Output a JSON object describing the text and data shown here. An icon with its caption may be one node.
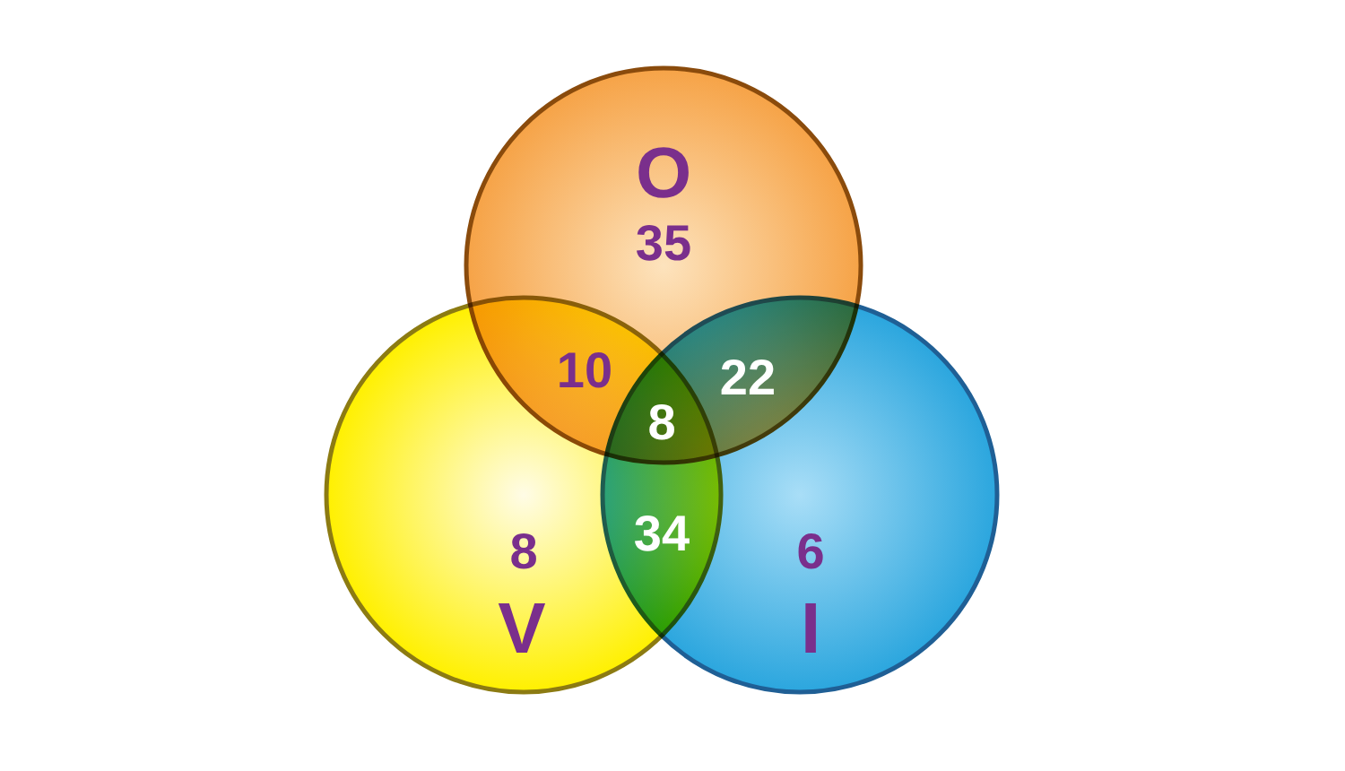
{
  "diagram": {
    "nodes": [
      {
        "text": [
          "O",
          "35"
        ]
      },
      {
        "text": [
          "8",
          "V"
        ]
      },
      {
        "text": [
          "6",
          "I"
        ]
      }
    ],
    "labels": [
      "10",
      "22",
      "8",
      "34"
    ]
  }
}
